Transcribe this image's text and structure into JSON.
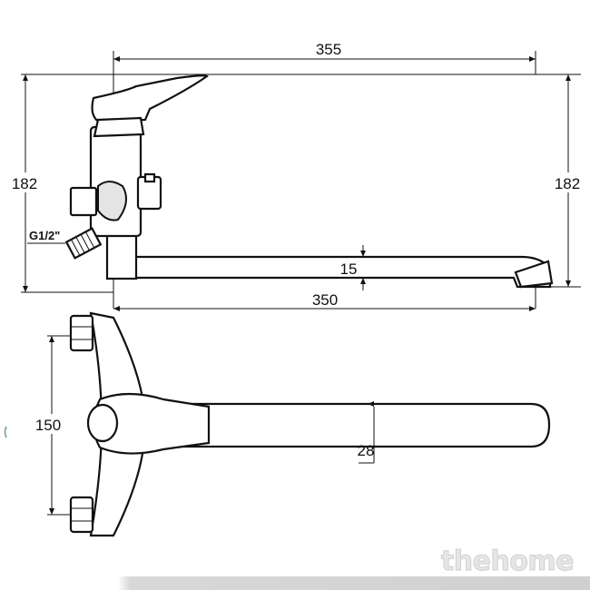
{
  "side_view": {
    "width_total": "355",
    "height_left": "182",
    "height_right": "182",
    "spout_thickness": "15",
    "spout_length": "350",
    "thread_label": "G1/2\""
  },
  "top_view": {
    "center_distance": "150",
    "spout_diameter": "28"
  },
  "watermark": "thehome"
}
